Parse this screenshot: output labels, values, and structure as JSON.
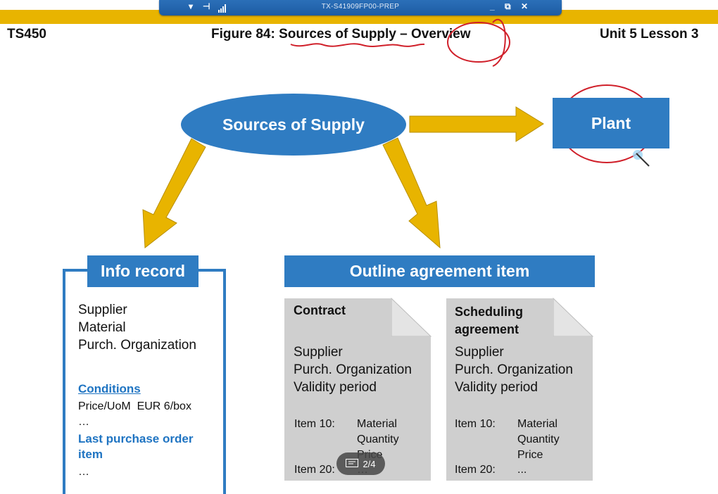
{
  "remote_desktop": {
    "title": "TX-S41909FP00-PREP",
    "pin_glyph": "⊣",
    "minimize": "_",
    "restore": "⧉",
    "close": "✕"
  },
  "header": {
    "course": "TS450",
    "figure_title": "Figure 84: Sources of Supply – Overview",
    "unit": "Unit 5 Lesson 3"
  },
  "diagram": {
    "center": "Sources of Supply",
    "plant": "Plant",
    "info_record": {
      "title": "Info record",
      "fields": [
        "Supplier",
        "Material",
        "Purch. Organization"
      ],
      "conditions_label": "Conditions",
      "price_line": "Price/UoM  EUR 6/box",
      "ellipsis1": "…",
      "last_po_label": "Last purchase order item",
      "ellipsis2": "…"
    },
    "outline_agreement": {
      "title": "Outline agreement item",
      "contract": {
        "title": "Contract",
        "fields": [
          "Supplier",
          "Purch. Organization",
          "Validity period"
        ],
        "item10_label": "Item 10:",
        "item10_values": [
          "Material",
          "Quantity",
          "Price"
        ],
        "item20_label": "Item 20:",
        "item20_value": "…"
      },
      "scheduling": {
        "title_line1": "Scheduling",
        "title_line2": "agreement",
        "fields": [
          "Supplier",
          "Purch. Organization",
          "Validity period"
        ],
        "item10_label": "Item 10:",
        "item10_values": [
          "Material",
          "Quantity",
          "Price"
        ],
        "item20_label": "Item 20:",
        "item20_value": "..."
      }
    }
  },
  "page_indicator": {
    "text": "2/4",
    "icon": "slides-icon"
  },
  "colors": {
    "accent_blue": "#2f7cc2",
    "gold": "#e8b400",
    "annotation_red": "#d0202a",
    "doc_gray": "#cfcfcf"
  }
}
